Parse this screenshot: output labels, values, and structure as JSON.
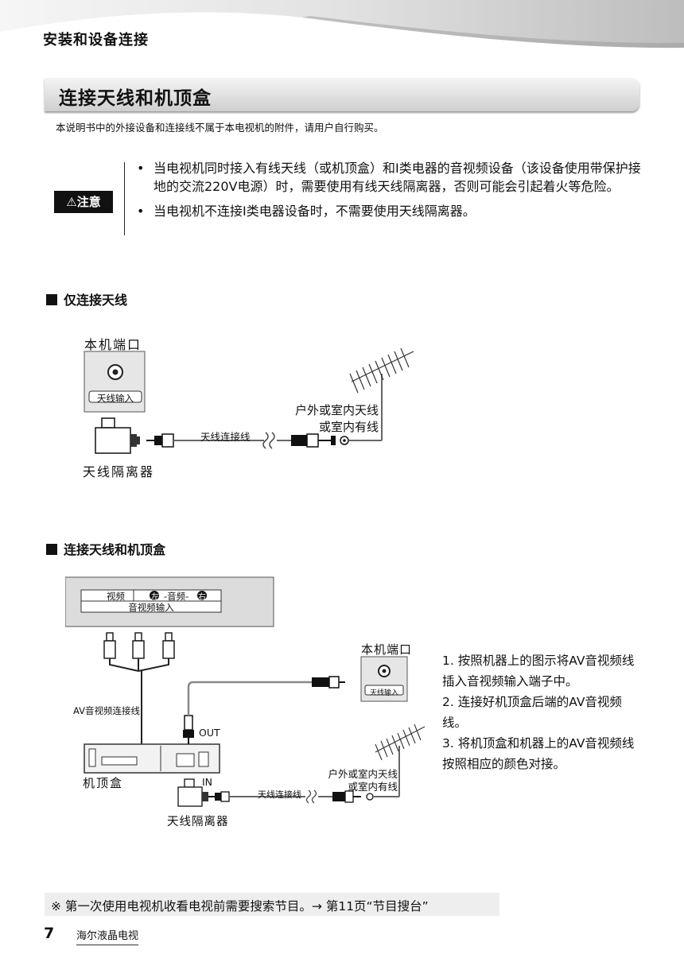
{
  "header": {
    "title": "安装和设备连接"
  },
  "section": {
    "title": "连接天线和机顶盒"
  },
  "intro": "本说明书中的外接设备和连接线不属于本电视机的附件，请用户自行购买。",
  "caution": {
    "badge": "注意",
    "items": [
      "当电视机同时接入有线天线（或机顶盒）和I类电器的音视频设备（该设备使用带保护接地的交流220V电源）时，需要使用有线天线隔离器，否则可能会引起着火等危险。",
      "当电视机不连接I类电器设备时，不需要使用天线隔离器。"
    ]
  },
  "diagram1": {
    "heading": "仅连接天线",
    "port_title": "本机端口",
    "port_label": "天线输入",
    "cable_label": "天线连接线",
    "antenna_label_1": "户外或室内天线",
    "antenna_label_2": "或室内有线",
    "isolator_label": "天线隔离器"
  },
  "diagram2": {
    "heading": "连接天线和机顶盒",
    "panel_video": "视频",
    "panel_left": "左",
    "panel_audio": "-音频-",
    "panel_right": "右",
    "panel_av_input": "音视频输入",
    "av_cable_label": "AV音视频连接线",
    "out_label": "OUT",
    "in_label": "IN",
    "stb_label": "机顶盒",
    "port_title": "本机端口",
    "port_label": "天线输入",
    "cable_label": "天线连接线",
    "antenna_label_1": "户外或室内天线",
    "antenna_label_2": "或室内有线",
    "isolator_label": "天线隔离器"
  },
  "steps": [
    "1. 按照机器上的图示将AV音视频线插入音视频输入端子中。",
    "2. 连接好机顶盒后端的AV音视频线。",
    "3. 将机顶盒和机器上的AV音视频线按照相应的颜色对接。"
  ],
  "footer": {
    "note": "※ 第一次使用电视机收看电视前需要搜索节目。→ 第11页“节目搜台”",
    "page_number": "7",
    "brand": "海尔液晶电视"
  }
}
